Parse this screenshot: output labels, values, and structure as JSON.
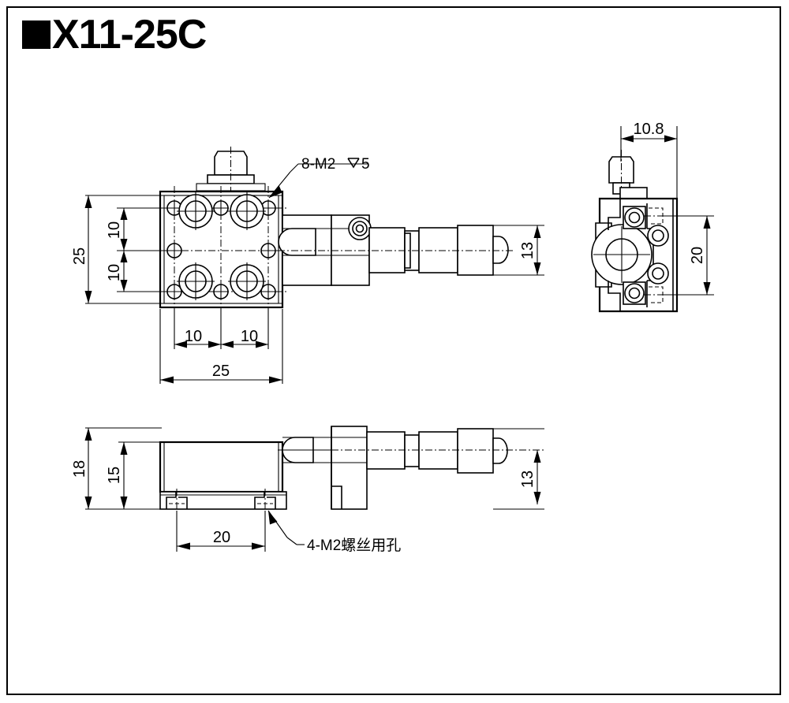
{
  "sheet": {
    "title_prefix_icon": "filled-square-bullet",
    "title": "X11-25C",
    "background": "#ffffff",
    "line_color": "#000000"
  },
  "drawing": {
    "type": "mechanical-engineering-orthographic-drawing",
    "part_name": "X11-25C",
    "views": [
      {
        "name": "top-view",
        "label": ""
      },
      {
        "name": "right-side-view",
        "label": ""
      },
      {
        "name": "front-view",
        "label": ""
      }
    ]
  },
  "dimensions": {
    "top_view": {
      "overall_height": "25",
      "overall_width": "25",
      "hole_pitch_vertical_upper": "10",
      "hole_pitch_vertical_lower": "10",
      "hole_pitch_horizontal_left": "10",
      "hole_pitch_horizontal_right": "10",
      "micrometer_height": "13"
    },
    "side_view": {
      "width": "10.8",
      "height": "20"
    },
    "front_view": {
      "overall_height": "18",
      "body_height": "15",
      "hole_pitch": "20",
      "micrometer_height": "13"
    }
  },
  "annotations": {
    "top_callout": "8-M2↓ 5",
    "top_callout_count": "8-M2",
    "top_callout_depth_symbol": "depth",
    "top_callout_depth_value": "5",
    "bottom_callout": "4-M2螺丝用孔"
  },
  "labels": {
    "d25_v": "25",
    "d25_h": "25",
    "d10_a": "10",
    "d10_b": "10",
    "d10_c": "10",
    "d10_d": "10",
    "d13_top": "13",
    "d10_8": "10.8",
    "d20_side": "20",
    "d18": "18",
    "d15": "15",
    "d20_front": "20",
    "d13_front": "13"
  }
}
